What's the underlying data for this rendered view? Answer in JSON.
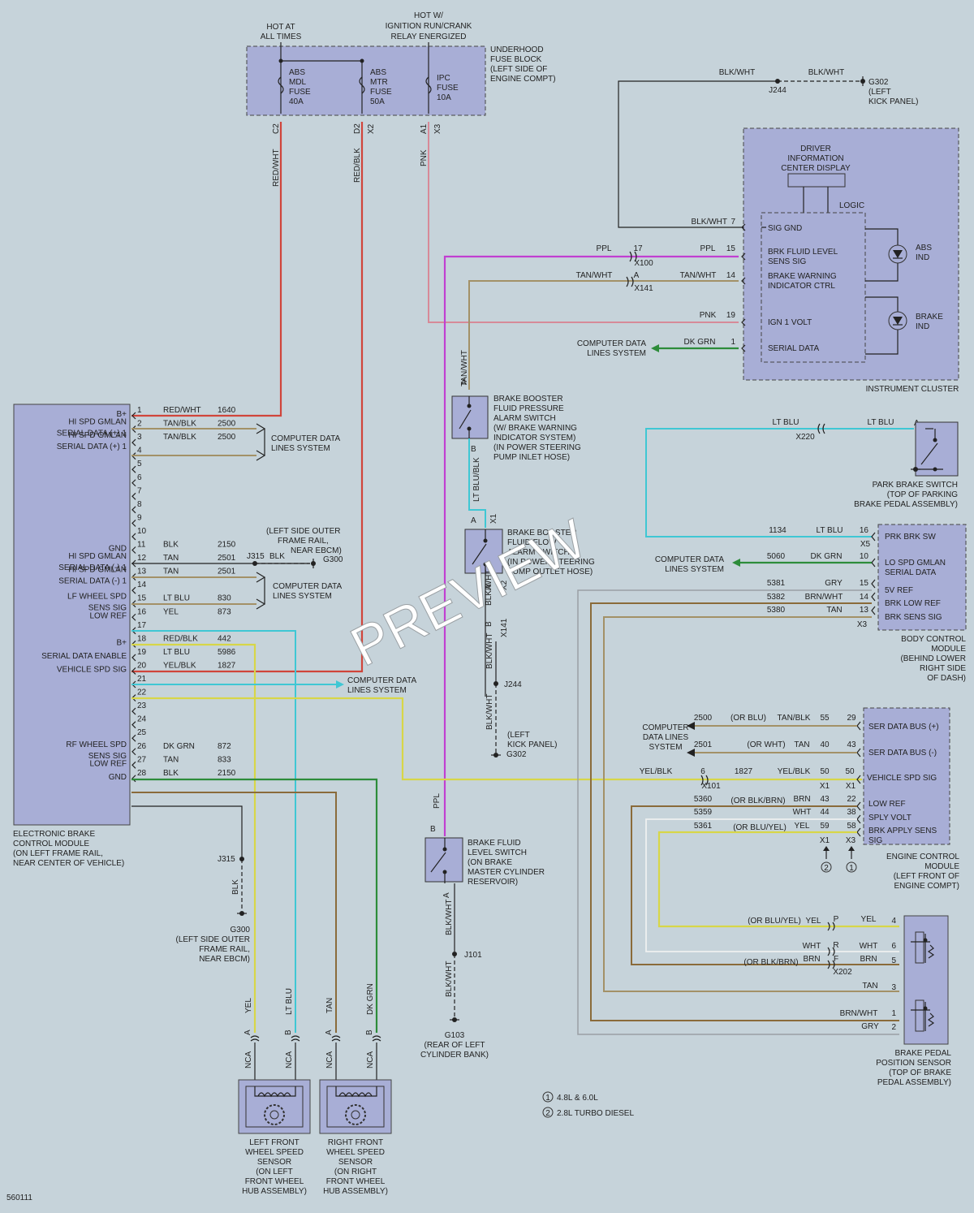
{
  "fuse_block": {
    "hot_at_all_times": [
      "HOT AT",
      "ALL TIMES"
    ],
    "hot_ignition": [
      "HOT W/",
      "IGNITION RUN/CRANK",
      "RELAY ENERGIZED"
    ],
    "label": [
      "UNDERHOOD",
      "FUSE BLOCK",
      "(LEFT SIDE OF",
      "ENGINE COMPT)"
    ],
    "fuses": [
      {
        "lines": [
          "ABS",
          "MDL",
          "FUSE",
          "40A"
        ],
        "pin": "C2",
        "wire": "RED/WHT"
      },
      {
        "lines": [
          "ABS",
          "MTR",
          "FUSE",
          "50A"
        ],
        "pin": "D2",
        "conn": "X2",
        "wire": "RED/BLK"
      },
      {
        "lines": [
          "IPC",
          "FUSE",
          "10A"
        ],
        "pin": "A1",
        "conn": "X3",
        "wire": "PNK"
      }
    ]
  },
  "g302_top": {
    "wire1": "BLK/WHT",
    "wire2": "BLK/WHT",
    "splice": "J244",
    "ground": [
      "G302",
      "(LEFT",
      "KICK PANEL)"
    ]
  },
  "cluster": {
    "display": [
      "DRIVER",
      "INFORMATION",
      "CENTER DISPLAY"
    ],
    "logic": "LOGIC",
    "label": "INSTRUMENT CLUSTER",
    "abs_ind": [
      "ABS",
      "IND"
    ],
    "brake_ind": [
      "BRAKE",
      "IND"
    ],
    "pins": [
      {
        "pin": "7",
        "wire": "BLK/WHT",
        "name": [
          "SIG GND"
        ]
      },
      {
        "pin": "15",
        "wire": "PPL",
        "name": [
          "BRK FLUID LEVEL",
          "SENS SIG"
        ],
        "ext_pin": "17",
        "ext_wire": "PPL",
        "conn": "X100"
      },
      {
        "pin": "14",
        "wire": "TAN/WHT",
        "name": [
          "BRAKE WARNING",
          "INDICATOR CTRL"
        ],
        "ext_pin": "A",
        "ext_wire": "TAN/WHT",
        "conn": "X141"
      },
      {
        "pin": "19",
        "wire": "PNK",
        "name": [
          "IGN 1 VOLT"
        ]
      },
      {
        "pin": "1",
        "wire": "DK GRN",
        "name": [
          "SERIAL DATA"
        ]
      }
    ],
    "computer_data": [
      "COMPUTER DATA",
      "LINES SYSTEM"
    ]
  },
  "booster_pressure_switch": {
    "lines": [
      "BRAKE BOOSTER",
      "FLUID PRESSURE",
      "ALARM SWITCH",
      "(W/ BRAKE WARNING",
      "INDICATOR SYSTEM)",
      "(IN POWER STEERING",
      "PUMP INLET HOSE)"
    ],
    "pin_a": "A",
    "pin_b": "B",
    "wire_top": "TAN/WHT",
    "wire_bottom": "LT BLU/BLK"
  },
  "booster_flow_switch": {
    "lines": [
      "BRAKE BOOSTER",
      "FLUID FLOW",
      "ALARM SWITCH",
      "(IN POWER STEERING",
      "PUMP OUTLET HOSE)"
    ],
    "pin_a": "A",
    "pin_b": "B",
    "conn1": "X1",
    "conn2": "X2",
    "conn3": "X141",
    "wire": "BLK/WHT",
    "wire_bottom": "BLK/WHT",
    "splice": "J244",
    "ground": [
      "(LEFT",
      "KICK PANEL)",
      "G302"
    ]
  },
  "fluid_level_switch": {
    "lines": [
      "BRAKE FLUID",
      "LEVEL SWITCH",
      "(ON BRAKE",
      "MASTER CYLINDER",
      "RESERVOIR)"
    ],
    "pin_b": "B",
    "pin_a": "A",
    "wire_top": "PPL",
    "wire_bottom": "BLK/WHT",
    "splice": "J101",
    "wire_ground": "BLK/WHT",
    "ground": [
      "G103",
      "(REAR OF LEFT",
      "CYLINDER BANK)"
    ]
  },
  "ebcm": {
    "label": [
      "ELECTRONIC BRAKE",
      "CONTROL MODULE",
      "(ON LEFT FRAME RAIL,",
      "NEAR CENTER OF VEHICLE)"
    ],
    "pins": [
      {
        "n": "1",
        "name": [
          "B+"
        ],
        "wire": "RED/WHT",
        "circ": "1640"
      },
      {
        "n": "2",
        "name": [
          "HI SPD GMLAN",
          "SERIAL DATA (+) 1"
        ],
        "wire": "TAN/BLK",
        "circ": "2500"
      },
      {
        "n": "3",
        "name": [
          "HI SPD GMLAN",
          "SERIAL DATA (+) 1"
        ],
        "wire": "TAN/BLK",
        "circ": "2500"
      },
      {
        "n": "4"
      },
      {
        "n": "5"
      },
      {
        "n": "6"
      },
      {
        "n": "7"
      },
      {
        "n": "8"
      },
      {
        "n": "9"
      },
      {
        "n": "10"
      },
      {
        "n": "11",
        "name": [
          "GND"
        ],
        "wire": "BLK",
        "circ": "2150"
      },
      {
        "n": "12",
        "name": [
          "HI SPD GMLAN",
          "SERIAL DATA (-) 1"
        ],
        "wire": "TAN",
        "circ": "2501"
      },
      {
        "n": "13",
        "name": [
          "HI SPD GMLAN",
          "SERIAL DATA (-) 1"
        ],
        "wire": "TAN",
        "circ": "2501"
      },
      {
        "n": "14"
      },
      {
        "n": "15",
        "name": [
          "LF WHEEL SPD",
          "SENS SIG"
        ],
        "wire": "LT BLU",
        "circ": "830"
      },
      {
        "n": "16",
        "name": [
          "LOW REF"
        ],
        "wire": "YEL",
        "circ": "873"
      },
      {
        "n": "17"
      },
      {
        "n": "18",
        "name": [
          "B+"
        ],
        "wire": "RED/BLK",
        "circ": "442"
      },
      {
        "n": "19",
        "name": [
          "SERIAL DATA ENABLE"
        ],
        "wire": "LT BLU",
        "circ": "5986"
      },
      {
        "n": "20",
        "name": [
          "VEHICLE SPD SIG"
        ],
        "wire": "YEL/BLK",
        "circ": "1827"
      },
      {
        "n": "21"
      },
      {
        "n": "22"
      },
      {
        "n": "23"
      },
      {
        "n": "24"
      },
      {
        "n": "25"
      },
      {
        "n": "26",
        "name": [
          "RF WHEEL SPD",
          "SENS SIG"
        ],
        "wire": "DK GRN",
        "circ": "872"
      },
      {
        "n": "27",
        "name": [
          "LOW REF"
        ],
        "wire": "TAN",
        "circ": "833"
      },
      {
        "n": "28",
        "name": [
          "GND"
        ],
        "wire": "BLK",
        "circ": "2150"
      }
    ],
    "cds1": [
      "COMPUTER DATA",
      "LINES SYSTEM"
    ],
    "cds2": [
      "COMPUTER DATA",
      "LINES SYSTEM"
    ],
    "cds3": [
      "COMPUTER DATA",
      "LINES SYSTEM"
    ],
    "g300_upper": {
      "splice": "J315",
      "wire": "BLK",
      "ground": "G300",
      "label": [
        "(LEFT SIDE OUTER",
        "FRAME RAIL,",
        "NEAR EBCM)"
      ]
    },
    "g300_lower": {
      "splice": "J315",
      "wire": "BLK",
      "ground": [
        "G300",
        "(LEFT SIDE OUTER",
        "FRAME RAIL,",
        "NEAR EBCM)"
      ]
    }
  },
  "wheel_sensors": {
    "left": {
      "label": [
        "LEFT FRONT",
        "WHEEL SPEED",
        "SENSOR",
        "(ON LEFT",
        "FRONT WHEEL",
        "HUB ASSEMBLY)"
      ],
      "wire_a": "YEL",
      "wire_b": "LT BLU",
      "pin_a": "A",
      "pin_b": "B",
      "nca": "NCA"
    },
    "right": {
      "label": [
        "RIGHT FRONT",
        "WHEEL SPEED",
        "SENSOR",
        "(ON RIGHT",
        "FRONT WHEEL",
        "HUB ASSEMBLY)"
      ],
      "wire_a": "TAN",
      "wire_b": "DK GRN",
      "pin_a": "A",
      "pin_b": "B",
      "nca": "NCA"
    }
  },
  "park_brake": {
    "label": [
      "PARK BRAKE SWITCH",
      "(TOP OF PARKING",
      "BRAKE PEDAL ASSEMBLY)"
    ],
    "wire1": "LT BLU",
    "wire2": "LT BLU",
    "conn": "X220",
    "pin": "A"
  },
  "bcm": {
    "label": [
      "BODY CONTROL",
      "MODULE",
      "(BEHIND LOWER",
      "RIGHT SIDE",
      "OF DASH)"
    ],
    "pins": [
      {
        "circ": "1134",
        "wire": "LT BLU",
        "n": "16",
        "name": [
          "PRK BRK SW"
        ],
        "conn": "X5"
      },
      {
        "circ": "5060",
        "wire": "DK GRN",
        "n": "10",
        "name": [
          "LO SPD GMLAN",
          "SERIAL DATA"
        ]
      },
      {
        "circ": "5381",
        "wire": "GRY",
        "n": "15",
        "name": [
          "5V REF"
        ]
      },
      {
        "circ": "5382",
        "wire": "BRN/WHT",
        "n": "14",
        "name": [
          "BRK LOW REF"
        ]
      },
      {
        "circ": "5380",
        "wire": "TAN",
        "n": "13",
        "name": [
          "BRK SENS SIG"
        ],
        "conn": "X3"
      }
    ],
    "cds": [
      "COMPUTER DATA",
      "LINES SYSTEM"
    ]
  },
  "ecm": {
    "label": [
      "ENGINE CONTROL",
      "MODULE",
      "(LEFT FRONT OF",
      "ENGINE COMPT)"
    ],
    "cds": [
      "COMPUTER",
      "DATA LINES",
      "SYSTEM"
    ],
    "pins": [
      {
        "circ": "2500",
        "alt": "(OR BLU)",
        "wire": "TAN/BLK",
        "n1": "55",
        "n2": "29",
        "name": [
          "SER DATA BUS (+)"
        ]
      },
      {
        "circ": "2501",
        "alt": "(OR WHT)",
        "wire": "TAN",
        "n1": "40",
        "n2": "43",
        "name": [
          "SER DATA BUS (-)"
        ]
      },
      {
        "ext": "6",
        "circ": "1827",
        "wire": "YEL/BLK",
        "n1": "50",
        "n2": "50",
        "name": [
          "VEHICLE SPD SIG"
        ],
        "conn_ext": "X101",
        "conn1": "X1",
        "conn2": "X1"
      },
      {
        "circ": "5360",
        "alt": "(OR BLK/BRN)",
        "wire": "BRN",
        "n1": "43",
        "n2": "22",
        "name": [
          "LOW REF"
        ]
      },
      {
        "circ": "5359",
        "wire": "WHT",
        "n1": "44",
        "n2": "38",
        "name": [
          "SPLY VOLT"
        ]
      },
      {
        "circ": "5361",
        "alt": "(OR BLU/YEL)",
        "wire": "YEL",
        "n1": "59",
        "n2": "58",
        "name": [
          "BRK APPLY SENS",
          "SIG"
        ],
        "conn1": "X1",
        "conn2": "X3"
      }
    ],
    "note1": "2",
    "note2": "1"
  },
  "pedal_sensor": {
    "label": [
      "BRAKE PEDAL",
      "POSITION SENSOR",
      "(TOP OF BRAKE",
      "PEDAL ASSEMBLY)"
    ],
    "conn": "X202",
    "rows": [
      {
        "alt": "(OR BLU/YEL)",
        "wire1": "YEL",
        "pin": "P",
        "wire2": "YEL",
        "n": "4"
      },
      {
        "wire1": "WHT",
        "pin": "R",
        "wire2": "WHT",
        "n": "6"
      },
      {
        "alt": "(OR BLK/BRN)",
        "wire1": "BRN",
        "pin": "F",
        "wire2": "BRN",
        "n": "5"
      },
      {
        "wire2": "TAN",
        "n": "3"
      },
      {
        "wire2": "BRN/WHT",
        "n": "1"
      },
      {
        "wire2": "GRY",
        "n": "2"
      }
    ]
  },
  "legend": [
    {
      "n": "1",
      "text": "4.8L & 6.0L"
    },
    {
      "n": "2",
      "text": "2.8L TURBO DIESEL"
    }
  ],
  "figure_id": "560111",
  "watermark": "PREVIEW"
}
